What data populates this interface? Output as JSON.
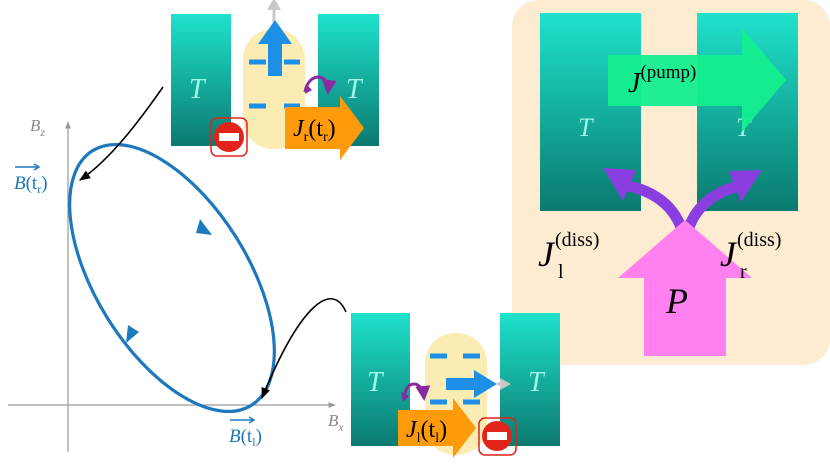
{
  "colors": {
    "reservoir_top": "#1ee2cc",
    "reservoir_bottom": "#0b7a70",
    "dot_region": "#fbecb4",
    "panel_bg": "#fdecd2",
    "spin_arrow": "#1e8fe6",
    "ellipse": "#1e78be",
    "current_arrow": "#ff9a0a",
    "pump_arrow": "#14ee8e",
    "diss_arrow": "#8a3ee0",
    "power_arrow": "#ff80ee",
    "stop_sign": "#e2231a",
    "curl_arrow": "#8a2aa0",
    "axis": "#999999"
  },
  "axes": {
    "z_label_main": "B",
    "z_label_sub": "z",
    "x_label_main": "B",
    "x_label_sub": "x"
  },
  "field_labels": {
    "right_main": "B",
    "right_arg": "(t",
    "right_sub": "r",
    "right_close": ")",
    "left_main": "B",
    "left_arg": "(t",
    "left_sub": "l",
    "left_close": ")"
  },
  "reservoirs": {
    "label": "T"
  },
  "top_schematic": {
    "current_main": "J",
    "current_sub": "r",
    "current_arg": "(t",
    "current_arg_sub": "r",
    "current_close": ")"
  },
  "bottom_schematic": {
    "current_main": "J",
    "current_sub": "l",
    "current_arg": "(t",
    "current_arg_sub": "l",
    "current_close": ")"
  },
  "panel": {
    "pump_main": "J",
    "pump_sup": "(pump)",
    "diss_left_main": "J",
    "diss_left_sub": "l",
    "diss_left_sup": "(diss)",
    "diss_right_main": "J",
    "diss_right_sub": "r",
    "diss_right_sup": "(diss)",
    "power": "P"
  }
}
